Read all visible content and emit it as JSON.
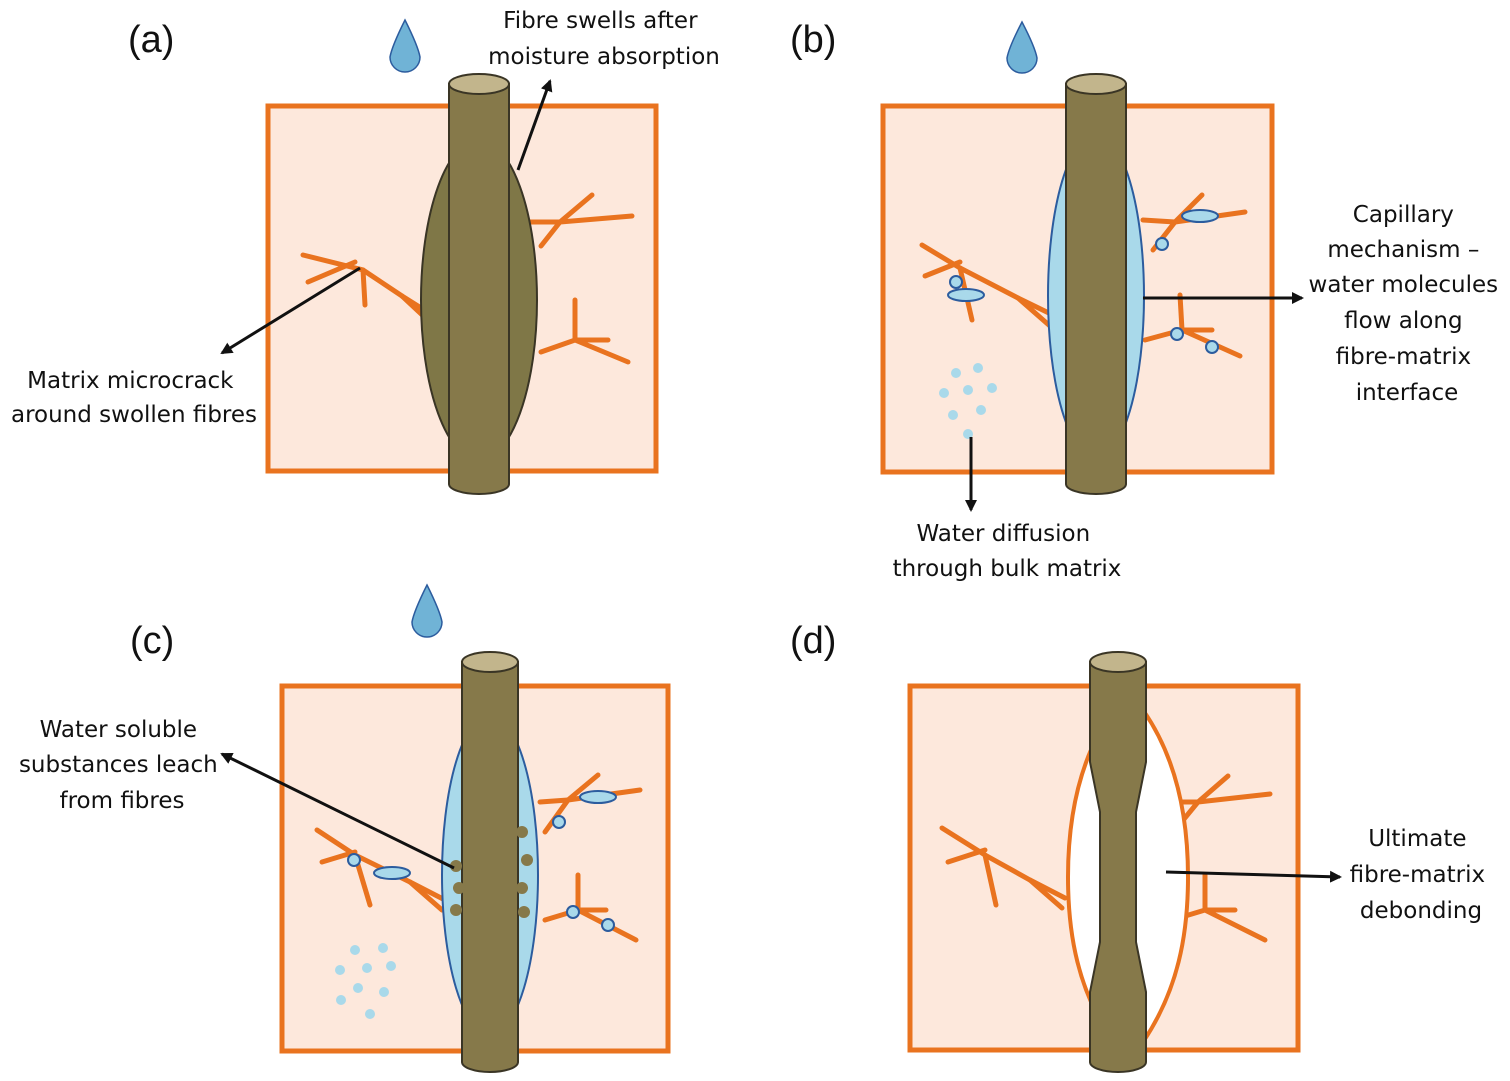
{
  "colors": {
    "matrix_fill": "#fde8dc",
    "matrix_border": "#e9731f",
    "fibre": "#86794a",
    "fibre_dark": "#3a3525",
    "fibre_top": "#c2b58c",
    "swelling": "#7f7747",
    "water": "#a9d9ea",
    "water_stroke": "#2c5c9e",
    "drop": "#70b3d6",
    "crack": "#e9731f",
    "arrow": "#111111"
  },
  "panels": [
    {
      "label": "(a)",
      "annotations": [
        {
          "lines": [
            "Fibre swells after",
            "moisture absorption"
          ]
        },
        {
          "lines": [
            "Matrix microcrack",
            "around swollen fibres"
          ]
        }
      ]
    },
    {
      "label": "(b)",
      "annotations": [
        {
          "lines": [
            "Capillary",
            "mechanism –",
            "water molecules",
            "flow along",
            "fibre-matrix",
            "interface"
          ]
        },
        {
          "lines": [
            "Water diffusion",
            "through bulk matrix"
          ]
        }
      ]
    },
    {
      "label": "(c)",
      "annotations": [
        {
          "lines": [
            "Water soluble",
            "substances leach",
            "from fibres"
          ]
        }
      ]
    },
    {
      "label": "(d)",
      "annotations": [
        {
          "lines": [
            "Ultimate",
            "fibre-matrix",
            "debonding"
          ]
        }
      ]
    }
  ]
}
